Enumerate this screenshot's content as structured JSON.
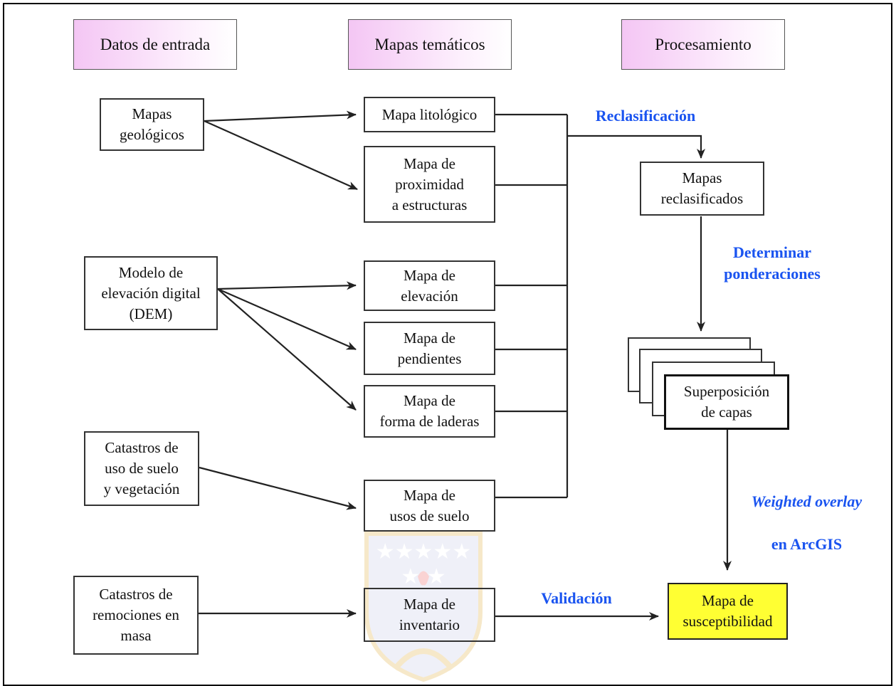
{
  "headers": {
    "inputs": "Datos de entrada",
    "thematic": "Mapas temáticos",
    "processing": "Procesamiento"
  },
  "inputs": {
    "geologic": "Mapas\ngeológicos",
    "dem": "Modelo de\nelevación digital\n(DEM)",
    "land_use": "Catastros de\nuso de suelo\ny vegetación",
    "landslides": "Catastros de\nremociones en\nmasa"
  },
  "thematic": {
    "lithologic": "Mapa litológico",
    "proximity": "Mapa de\nproximidad\na estructuras",
    "elevation": "Mapa de\nelevación",
    "slopes": "Mapa de\npendientes",
    "hillside_shape": "Mapa de\nforma de laderas",
    "land_use": "Mapa de\nusos de suelo",
    "inventory": "Mapa de\ninventario"
  },
  "processing": {
    "reclassified": "Mapas\nreclasificados",
    "overlay": "Superposición\nde capas",
    "susceptibility": "Mapa de\nsusceptibilidad"
  },
  "steps": {
    "reclassification": "Reclasificación",
    "weights": "Determinar\nponderaciones",
    "weighted_overlay_italic": "Weighted overlay",
    "weighted_overlay_rest": "en ArcGIS",
    "validation": "Validación"
  },
  "colors": {
    "step_label": "#1a54f0",
    "header_fill": "#f4c6f4",
    "result_fill": "#ffff33"
  }
}
